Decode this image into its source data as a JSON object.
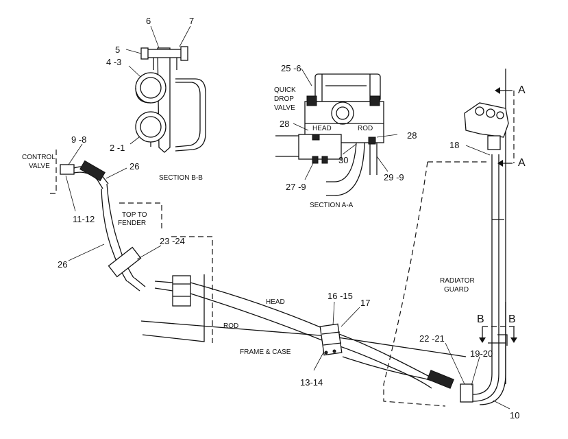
{
  "section_bb": {
    "caption": "SECTION B-B",
    "callouts": {
      "c6": "6",
      "c7": "7",
      "c5": "5",
      "c4_3": "4 -3",
      "c2_1": "2 -1"
    }
  },
  "section_aa": {
    "caption": "SECTION A-A",
    "quick_drop_valve": [
      "QUICK",
      "DROP",
      "VALVE"
    ],
    "head": "HEAD",
    "rod": "ROD",
    "callouts": {
      "c25_6": "25 -6",
      "c28_left": "28",
      "c28_right": "28",
      "c30": "30",
      "c27_9": "27 -9",
      "c29_9": "29 -9"
    }
  },
  "main_view": {
    "control_valve": [
      "CONTROL",
      "VALVE"
    ],
    "top_to_fender": [
      "TOP TO",
      "FENDER"
    ],
    "head": "HEAD",
    "rod": "ROD",
    "frame_case": "FRAME & CASE",
    "radiator_guard": [
      "RADIATOR",
      "GUARD"
    ],
    "callouts": {
      "c9_8": "9 -8",
      "c26_top": "26",
      "c11_12": "11-12",
      "c23_24": "23 -24",
      "c26_bottom": "26",
      "c16_15": "16 -15",
      "c17": "17",
      "c13_14": "13-14",
      "c22_21": "22 -21",
      "c19_20": "19-20",
      "c10": "10",
      "c18": "18"
    },
    "section_markers": {
      "a_top": "A",
      "a_bottom": "A",
      "b_left": "B",
      "b_right": "B"
    }
  }
}
